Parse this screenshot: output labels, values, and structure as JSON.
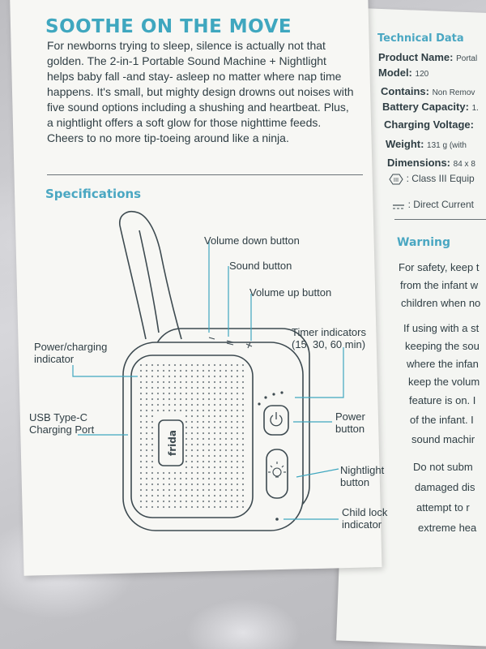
{
  "left_page": {
    "title": "SOOTHE ON THE MOVE",
    "intro": "For newborns trying to sleep, silence is actually not that golden. The 2-in-1 Portable Sound Machine + Nightlight helps baby fall -and stay- asleep no matter where nap time happens. It's small, but mighty design drowns out noises with five sound options including a shushing and heartbeat. Plus, a nightlight offers a soft glow for those nighttime feeds. Cheers to no more tip-toeing around like a ninja.",
    "specifications_heading": "Specifications"
  },
  "diagram": {
    "brand": "frida",
    "labels": {
      "volume_down": "Volume down button",
      "sound": "Sound button",
      "volume_up": "Volume up button",
      "timer_line1": "Timer indicators",
      "timer_line2": "(15, 30, 60 min)",
      "power_charging_line1": "Power/charging",
      "power_charging_line2": "indicator",
      "usb_line1": "USB Type-C",
      "usb_line2": "Charging Port",
      "power_line1": "Power",
      "power_line2": "button",
      "nightlight_line1": "Nightlight",
      "nightlight_line2": "button",
      "child_lock_line1": "Child lock",
      "child_lock_line2": "indicator"
    }
  },
  "right_page": {
    "technical_title": "Technical Data",
    "rows": [
      {
        "key": "Product Name:",
        "value": "Portal"
      },
      {
        "key": "Model:",
        "value": "120"
      },
      {
        "key": "Contains:",
        "value": "Non Remov"
      },
      {
        "key": "Battery Capacity:",
        "value": "1."
      },
      {
        "key": "Charging Voltage:",
        "value": ""
      },
      {
        "key": "Weight:",
        "value": "131 g (with"
      },
      {
        "key": "Dimensions:",
        "value": "84 x 8"
      }
    ],
    "class_note": ": Class III Equip",
    "current_note": ": Direct Current",
    "warning_title": "Warning",
    "warning_lines": [
      "For safety, keep t",
      "from the infant w",
      "children when no",
      "",
      "If using with a st",
      "keeping the sou",
      "where the infan",
      "keep the volum",
      "feature is on. I",
      "of the infant. I",
      "sound machir",
      "",
      "Do not subm",
      "damaged dis",
      "attempt to r",
      "extreme hea"
    ]
  },
  "colors": {
    "accent": "#3fa7bf",
    "text": "#2f3e44",
    "paper": "#f7f7f4"
  }
}
